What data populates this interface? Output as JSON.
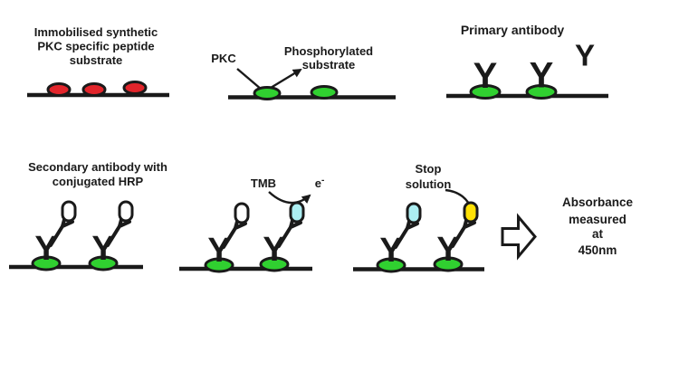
{
  "colors": {
    "outline": "#1a1a1a",
    "peptide_red": "#e2252b",
    "substrate_green": "#30d030",
    "hrp_white": "#ffffff",
    "tmb_cyan": "#aceef2",
    "stop_yellow": "#ffe105"
  },
  "icons": {
    "antibody_glyph": "Y"
  },
  "steps": {
    "step1": {
      "title_lines": [
        "Immobilised synthetic",
        "PKC specific peptide",
        "substrate"
      ]
    },
    "step2": {
      "enzyme": "PKC",
      "product_lines": [
        "Phosphorylated",
        "substrate"
      ]
    },
    "step3": {
      "title": "Primary antibody"
    },
    "step4": {
      "title_lines": [
        "Secondary antibody with",
        "conjugated HRP"
      ]
    },
    "step5": {
      "reagent": "TMB",
      "electron_base": "e",
      "electron_sup": "-"
    },
    "step6": {
      "title_lines": [
        "Stop",
        "solution"
      ]
    },
    "result": {
      "lines": [
        "Absorbance",
        "measured",
        "at",
        "450nm"
      ]
    }
  }
}
